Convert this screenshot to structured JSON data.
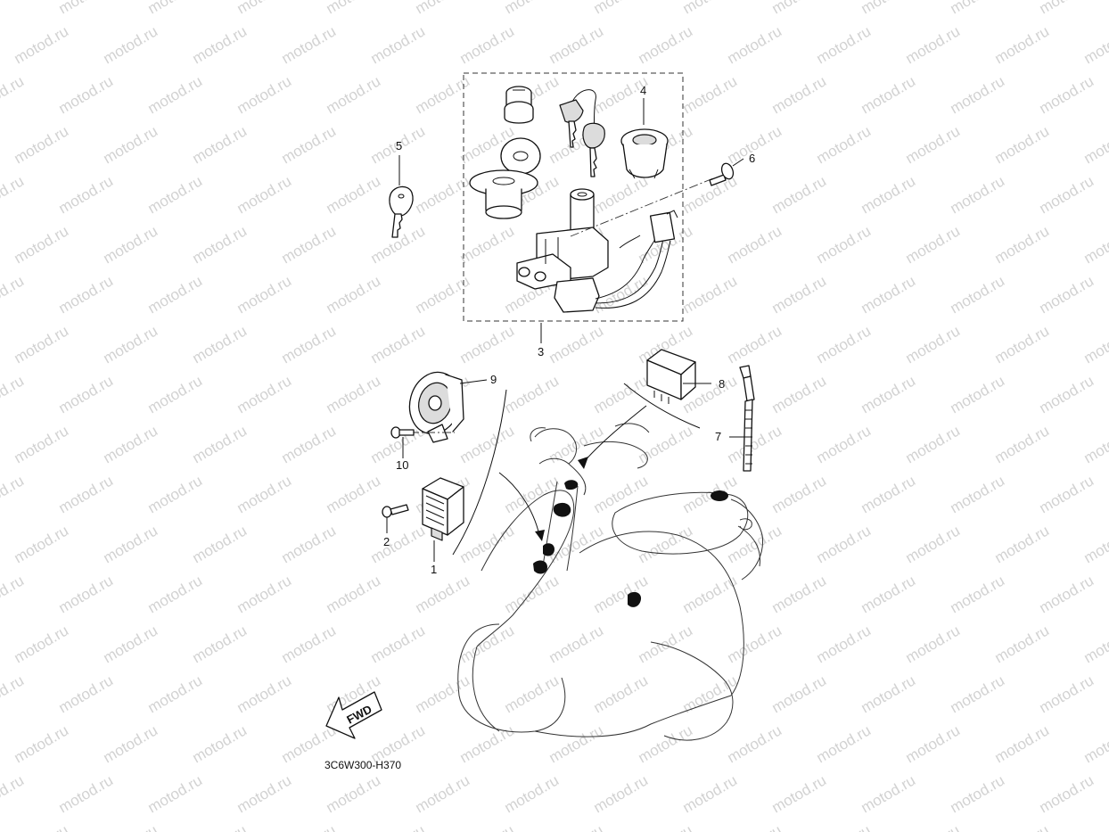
{
  "watermark": "motod.ru",
  "diagram_code": "3C6W300-H370",
  "fwd_label": "FWD",
  "callouts": {
    "c1": "1",
    "c2": "2",
    "c3": "3",
    "c4": "4",
    "c5": "5",
    "c6": "6",
    "c7": "7",
    "c8": "8",
    "c9": "9",
    "c10": "10"
  },
  "icons": {
    "rectifier": "rectifier-icon",
    "bolt": "bolt-icon",
    "main_switch_set": "main-switch-set-icon",
    "switch_cover": "switch-cover-icon",
    "key": "key-icon",
    "screw": "screw-icon",
    "band": "cable-band-icon",
    "relay": "relay-icon",
    "horn": "horn-icon",
    "scooter": "scooter-outline-icon",
    "fwd_arrow": "fwd-arrow-icon"
  }
}
